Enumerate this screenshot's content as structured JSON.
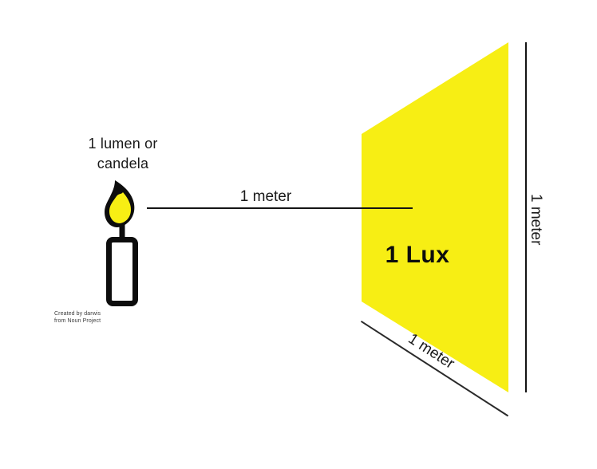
{
  "labels": {
    "source_line1": "1 lumen or",
    "source_line2": "candela",
    "distance": "1 meter",
    "surface": "1 Lux",
    "height": "1 meter",
    "width": "1 meter"
  },
  "attribution": {
    "line1": "Created by darwis",
    "line2": "from Noun Project"
  },
  "icons": {
    "candle": "candle-icon"
  },
  "colors": {
    "surface_yellow": "#f7ee14",
    "flame_yellow": "#f7ee14",
    "line_black": "#141414"
  }
}
